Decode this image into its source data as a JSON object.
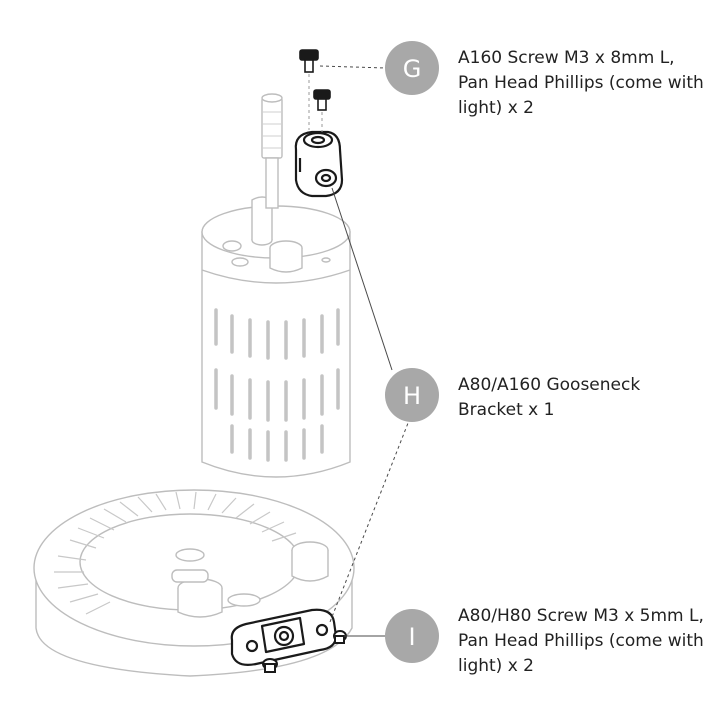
{
  "callouts": [
    {
      "letter": "G",
      "label": "A160 Screw M3 x 8mm L, Pan Head Phillips (come with light) x 2"
    },
    {
      "letter": "H",
      "label": "A80/A160 Gooseneck Bracket x 1"
    },
    {
      "letter": "I",
      "label": "A80/H80 Screw M3 x 5mm L, Pan Head Phillips (come with light) x 2"
    }
  ],
  "colors": {
    "callout_circle": "#a8a8a8",
    "outline_light": "#bdbdbd",
    "outline_dark": "#1a1a1a",
    "text": "#222222"
  }
}
